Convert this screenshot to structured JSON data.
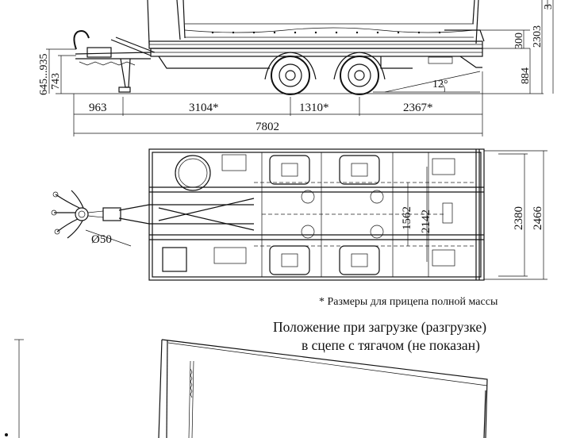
{
  "side_view": {
    "total_length": "7802",
    "seg_1": "963",
    "seg_2": "3104*",
    "seg_3": "1310*",
    "seg_4": "2367*",
    "height_range": "645...935",
    "hitch_height": "743",
    "angle": "12°",
    "height_884": "884",
    "height_300": "300",
    "height_2303": "2303",
    "height_top": "3"
  },
  "top_view": {
    "eye_diameter": "Ø50",
    "track_inner": "1562",
    "track_outer": "2142",
    "width_body": "2380",
    "width_total": "2466"
  },
  "footnote": "* Размеры для прицепа полной массы",
  "caption": {
    "line1": "Положение при загрузке (разгрузке)",
    "line2": "в сцепе с тягачом (не показан)"
  }
}
